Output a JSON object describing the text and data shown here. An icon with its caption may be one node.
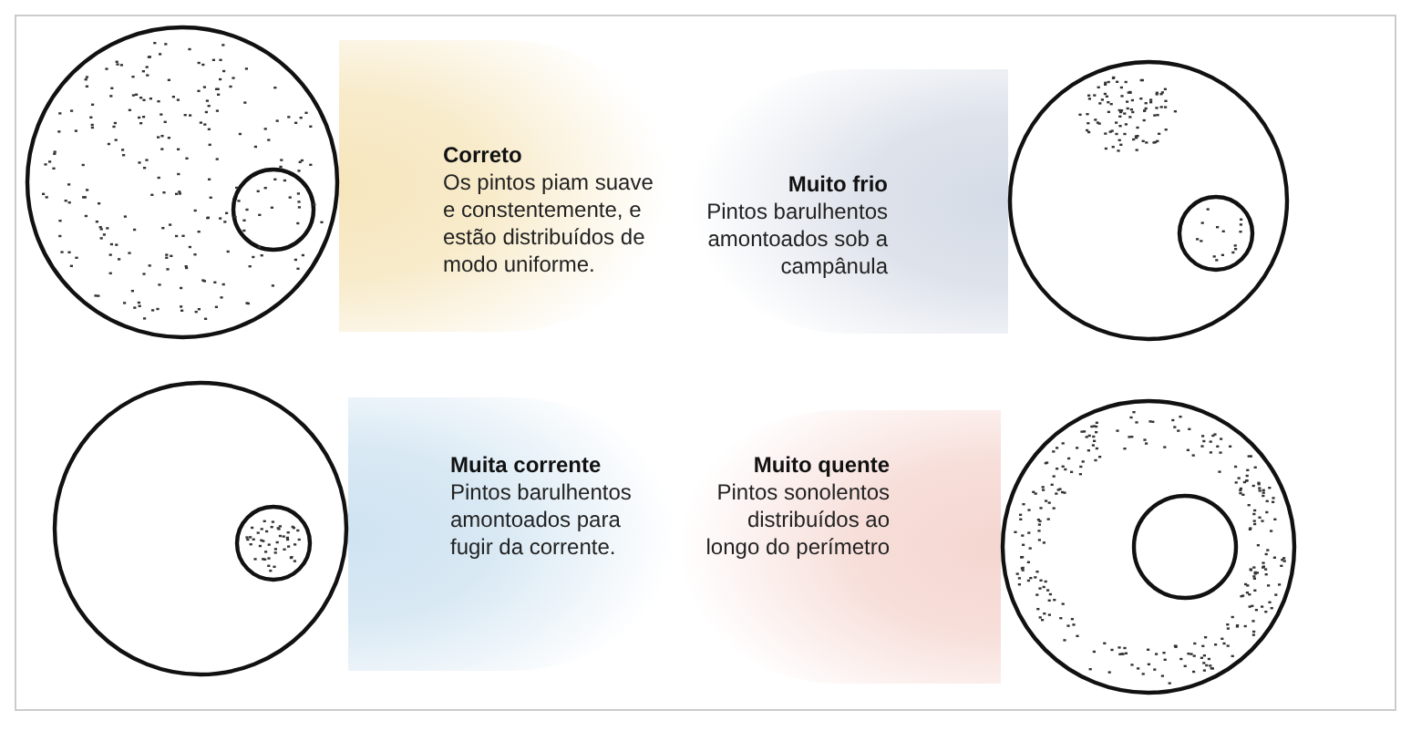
{
  "diagram": {
    "nodes": [
      {
        "text": [
          "Correto",
          "Os pintos piam suave e constentemente, e estão distribuídos de modo uniforme."
        ]
      },
      {
        "text": [
          "Muito frio",
          "Pintos barulhentos amontoados sob a campânula"
        ]
      },
      {
        "text": [
          "Muita corrente",
          "Pintos barulhentos amontoados para fugir da corrente."
        ]
      },
      {
        "text": [
          "Muito quente",
          "Pintos sonolentos distribuídos ao longo do perímetro"
        ]
      }
    ]
  }
}
